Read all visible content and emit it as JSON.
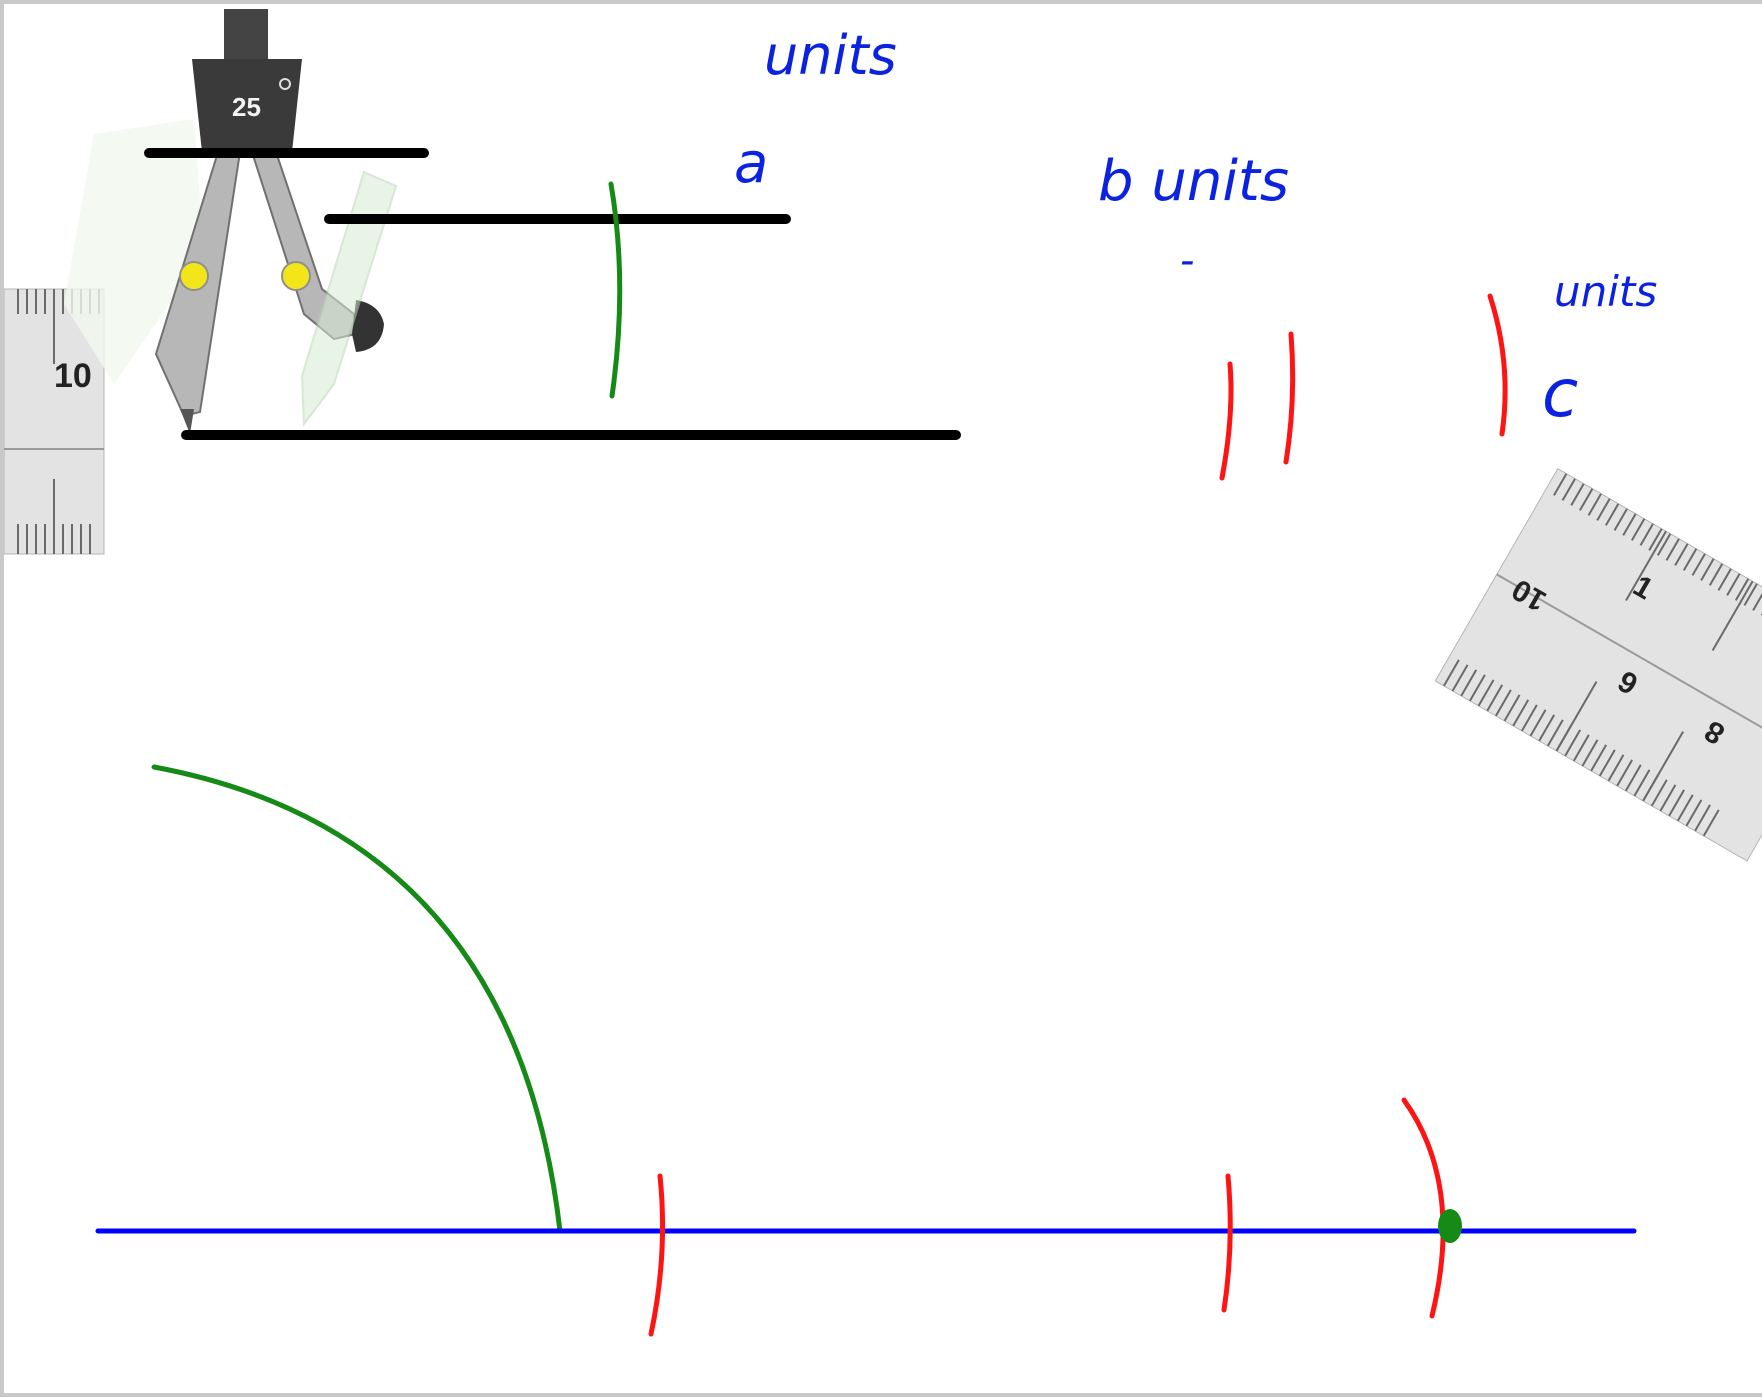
{
  "compass": {
    "radius_readout": "25"
  },
  "ruler_left": {
    "label": "10"
  },
  "ruler_right": {
    "labels": [
      "1",
      "10",
      "6",
      "8"
    ]
  },
  "annotations": {
    "units_top": "units",
    "a_label": "a",
    "b_units": "b units",
    "b_dash": "-",
    "units_small": "units",
    "c_label": "c"
  },
  "colors": {
    "segment_ink": "#000000",
    "construction_line": "#0000ff",
    "arc_green": "#168a16",
    "arc_red": "#ff1414",
    "handwriting": "#0b22e0",
    "frame_border": "#c9c9c9"
  }
}
